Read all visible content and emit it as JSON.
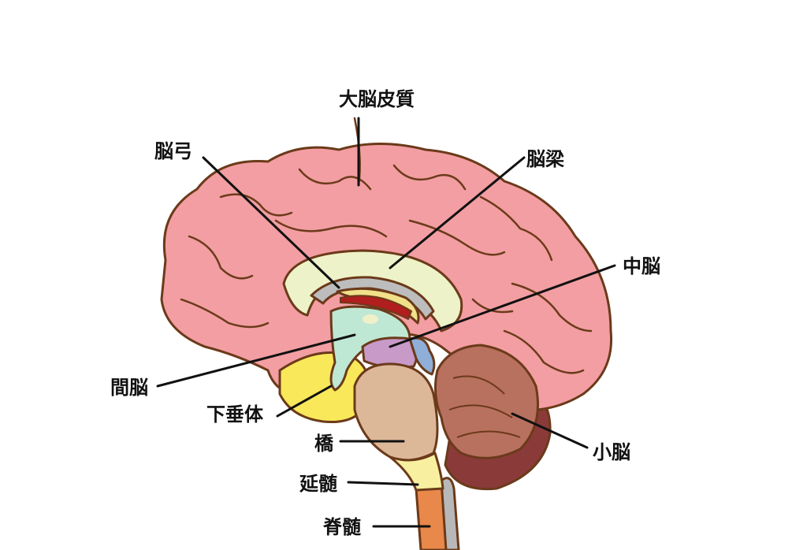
{
  "labels": {
    "cerebral_cortex": "大脳皮質",
    "fornix": "脳弓",
    "corpus_callosum": "脳梁",
    "midbrain": "中脳",
    "diencephalon": "間脳",
    "pituitary": "下垂体",
    "pons": "橋",
    "medulla": "延髄",
    "spinal_cord": "脊髄",
    "cerebellum": "小脳"
  },
  "colors": {
    "cerebrum": "#F29EA2",
    "outline": "#6B3A1A",
    "corpus_callosum": "#EEF2C8",
    "diencephalon": "#BFE8D4",
    "midbrain": "#C89AC8",
    "pons": "#DDB898",
    "medulla": "#F8F0A0",
    "spinal_cord": "#E8884A",
    "cerebellum": "#B8705F",
    "cerebellum_dark": "#8B3A3A",
    "yellow_region": "#F8E85A"
  }
}
